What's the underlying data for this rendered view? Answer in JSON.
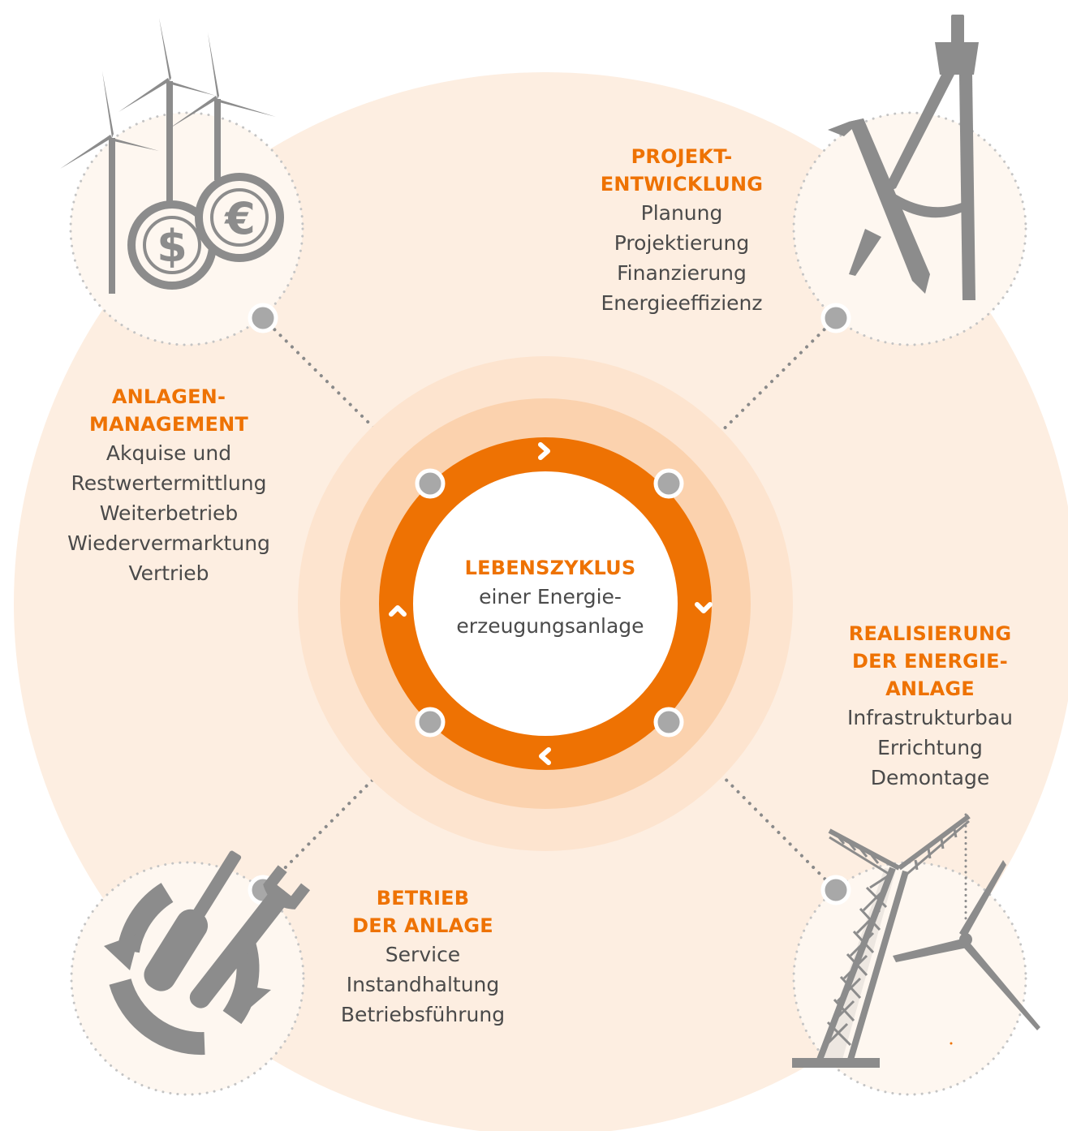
{
  "center": {
    "title": "LEBENSZYKLUS",
    "line1": "einer Energie-",
    "line2": "erzeugungsanlage"
  },
  "phases": {
    "projekt": {
      "head1": "PROJEKT-",
      "head2": "ENTWICKLUNG",
      "items": [
        "Planung",
        "Projektierung",
        "Finanzierung",
        "Energieeffizienz"
      ]
    },
    "realisierung": {
      "head1": "REALISIERUNG",
      "head2": "DER ENERGIE-",
      "head3": "ANLAGE",
      "items": [
        "Infrastrukturbau",
        "Errichtung",
        "Demontage"
      ]
    },
    "betrieb": {
      "head1": "BETRIEB",
      "head2": "DER ANLAGE",
      "items": [
        "Service",
        "Instandhaltung",
        "Betriebsführung"
      ]
    },
    "anlagen": {
      "head1": "ANLAGEN-",
      "head2": "MANAGEMENT",
      "items": [
        "Akquise und",
        "Restwertermittlung",
        "Weiterbetrieb",
        "Wiedervermarktung",
        "Vertrieb"
      ]
    }
  },
  "icons": {
    "finance": "wind-turbines-money-icon",
    "design": "compass-pencil-icon",
    "construction": "crane-turbine-icon",
    "tools": "screwdriver-wrench-cycle-icon",
    "currency_dollar": "$",
    "currency_euro": "€"
  },
  "colors": {
    "accent": "#ee7203",
    "outer_disc": "#fdeee1",
    "ring_light": "#fbdcc0",
    "ring_mid": "#f8c9a0",
    "icon_gray": "#8c8c8c",
    "node_gray": "#a8a8a8"
  }
}
